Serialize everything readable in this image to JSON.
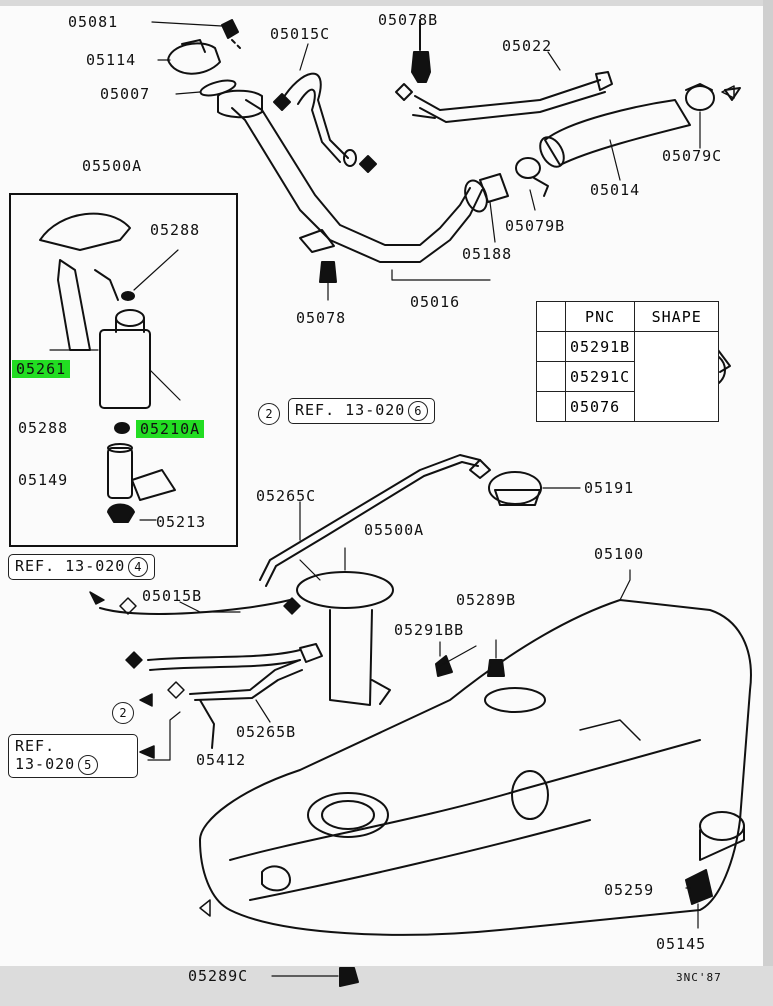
{
  "labels": {
    "p05081": "05081",
    "p05114": "05114",
    "p05007": "05007",
    "p05015C": "05015C",
    "p05078B": "05078B",
    "p05022": "05022",
    "p05079C": "05079C",
    "p05014": "05014",
    "p05079B": "05079B",
    "p05188": "05188",
    "p05016": "05016",
    "p05078": "05078",
    "p05500A_top": "05500A",
    "p05288_a": "05288",
    "p05261": "05261",
    "p05210A": "05210A",
    "p05288_b": "05288",
    "p05149": "05149",
    "p05213": "05213",
    "p05265C": "05265C",
    "p05500A_mid": "05500A",
    "p05191": "05191",
    "p05100": "05100",
    "p05015B": "05015B",
    "p05289B": "05289B",
    "p05291BB": "05291BB",
    "p05265B": "05265B",
    "p05412": "05412",
    "p05259": "05259",
    "p05145": "05145",
    "p05289C": "05289C",
    "code": "3NC'87"
  },
  "refs": {
    "ref6_text": "REF. 13-020",
    "ref6_num": "6",
    "ref6_prefix": "2",
    "ref4_text": "REF. 13-020",
    "ref4_num": "4",
    "ref5_line1": "REF.",
    "ref5_line2": "13-020",
    "ref5_num": "5",
    "lone2": "2"
  },
  "legend": {
    "header_pnc": "PNC",
    "header_shape": "SHAPE",
    "rows": [
      "05291B",
      "05291C",
      "05076"
    ]
  },
  "colors": {
    "highlight": "#22dd22",
    "ink": "#111111"
  }
}
